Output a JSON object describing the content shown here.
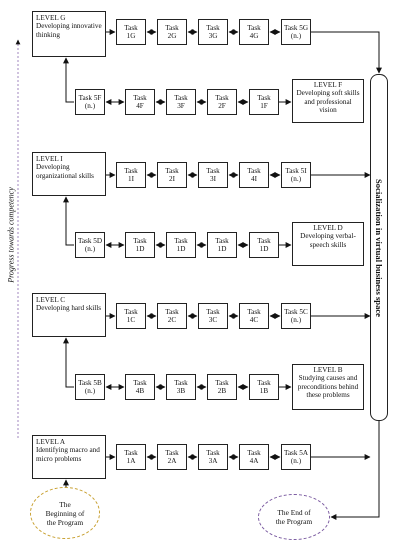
{
  "progress_label": "Progress towards competency",
  "socialization_label": "Socialization in virtual business space",
  "start_label": [
    "The",
    "Beginning of",
    "the Program"
  ],
  "end_label": [
    "The End of",
    "the Program"
  ],
  "levels": {
    "G": {
      "title": "LEVEL G",
      "desc": "Developing innovative thinking"
    },
    "F": {
      "title": "LEVEL F",
      "desc": "Developing soft skills and professional vision"
    },
    "I": {
      "title": "LEVEL I",
      "desc": "Developing organizational skills"
    },
    "D": {
      "title": "LEVEL D",
      "desc": "Developing verbal-speech skills"
    },
    "C": {
      "title": "LEVEL C",
      "desc": "Developing hard skills"
    },
    "B": {
      "title": "LEVEL B",
      "desc": "Studying causes and preconditions behind these problems"
    },
    "A": {
      "title": "LEVEL A",
      "desc": "Identifying macro and micro problems"
    }
  },
  "task_word": "Task",
  "rows": {
    "G": [
      "1G",
      "2G",
      "3G",
      "4G",
      "5G"
    ],
    "F": [
      "5F",
      "4F",
      "3F",
      "2F",
      "1F"
    ],
    "I": [
      "1I",
      "2I",
      "3I",
      "4I",
      "5I"
    ],
    "D": [
      "5D",
      "1D",
      "1D",
      "1D",
      "1D"
    ],
    "C": [
      "1C",
      "2C",
      "3C",
      "4C",
      "5C"
    ],
    "B": [
      "5B",
      "4B",
      "3B",
      "2B",
      "1B"
    ],
    "A": [
      "1A",
      "2A",
      "3A",
      "4A",
      "5A"
    ]
  },
  "last_task_note": "(n.)"
}
